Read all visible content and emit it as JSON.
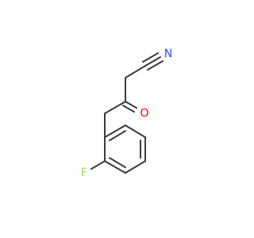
{
  "molecule": {
    "atoms": [
      {
        "id": "F",
        "label": "F",
        "color": "#90e050"
      },
      {
        "id": "O",
        "label": "O",
        "color": "#ff0000"
      },
      {
        "id": "N",
        "label": "N",
        "color": "#3050f8"
      }
    ],
    "bond_color": "#3a3a3a"
  }
}
